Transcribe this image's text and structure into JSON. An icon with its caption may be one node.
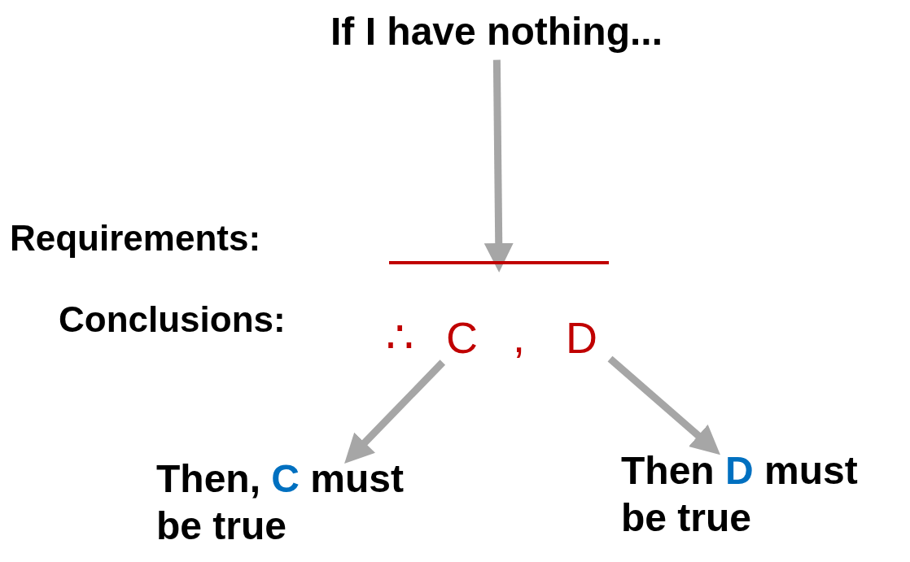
{
  "diagram": {
    "nodes": [
      {
        "text": [
          "If I have nothing..."
        ]
      },
      {
        "text": [],
        "shape": "bar"
      },
      {
        "text": [
          "C"
        ]
      },
      {
        "text": [
          "D"
        ]
      },
      {
        "text": [
          "Then, C must be true"
        ]
      },
      {
        "text": [
          "Then D must be true"
        ]
      }
    ],
    "edges": [
      {
        "from": 0,
        "to": 1,
        "arrow": "to"
      },
      {
        "from": 2,
        "to": 4,
        "arrow": "to"
      },
      {
        "from": 3,
        "to": 5,
        "arrow": "to"
      }
    ],
    "labels": [
      "Requirements:",
      "Conclusions:",
      "∴",
      ","
    ]
  }
}
